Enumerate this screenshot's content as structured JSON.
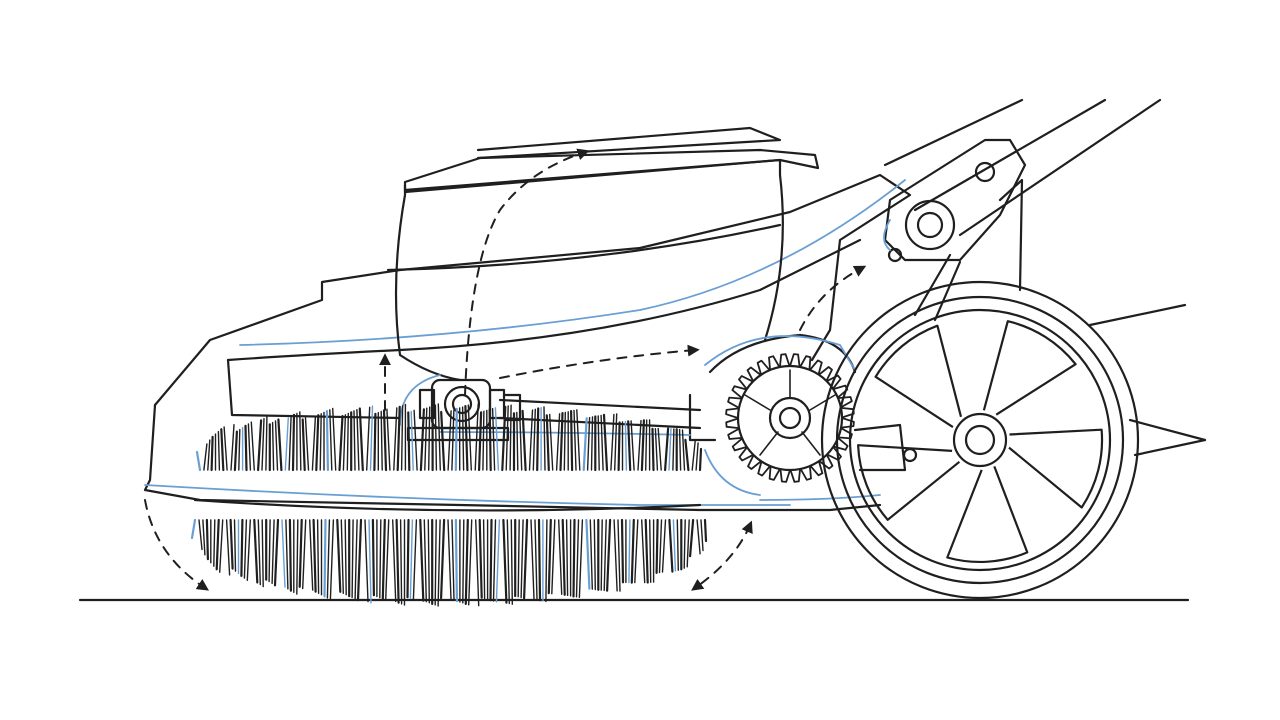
{
  "diagram": {
    "subject": "sweeper-brush-mechanism",
    "colors": {
      "ink": "#1f1f1f",
      "highlight": "#6a9fd4",
      "background": "#ffffff"
    },
    "parts": [
      {
        "name": "hopper-lid",
        "icon": "lid"
      },
      {
        "name": "collection-hopper",
        "icon": "bin"
      },
      {
        "name": "housing",
        "icon": "shell"
      },
      {
        "name": "rotary-brush",
        "icon": "bristle-roller"
      },
      {
        "name": "drive-gear",
        "icon": "gear"
      },
      {
        "name": "rear-wheel",
        "icon": "wheel"
      },
      {
        "name": "handle",
        "icon": "handle-bars"
      },
      {
        "name": "ground-line",
        "icon": "line"
      }
    ],
    "flow_arrows": 6
  }
}
